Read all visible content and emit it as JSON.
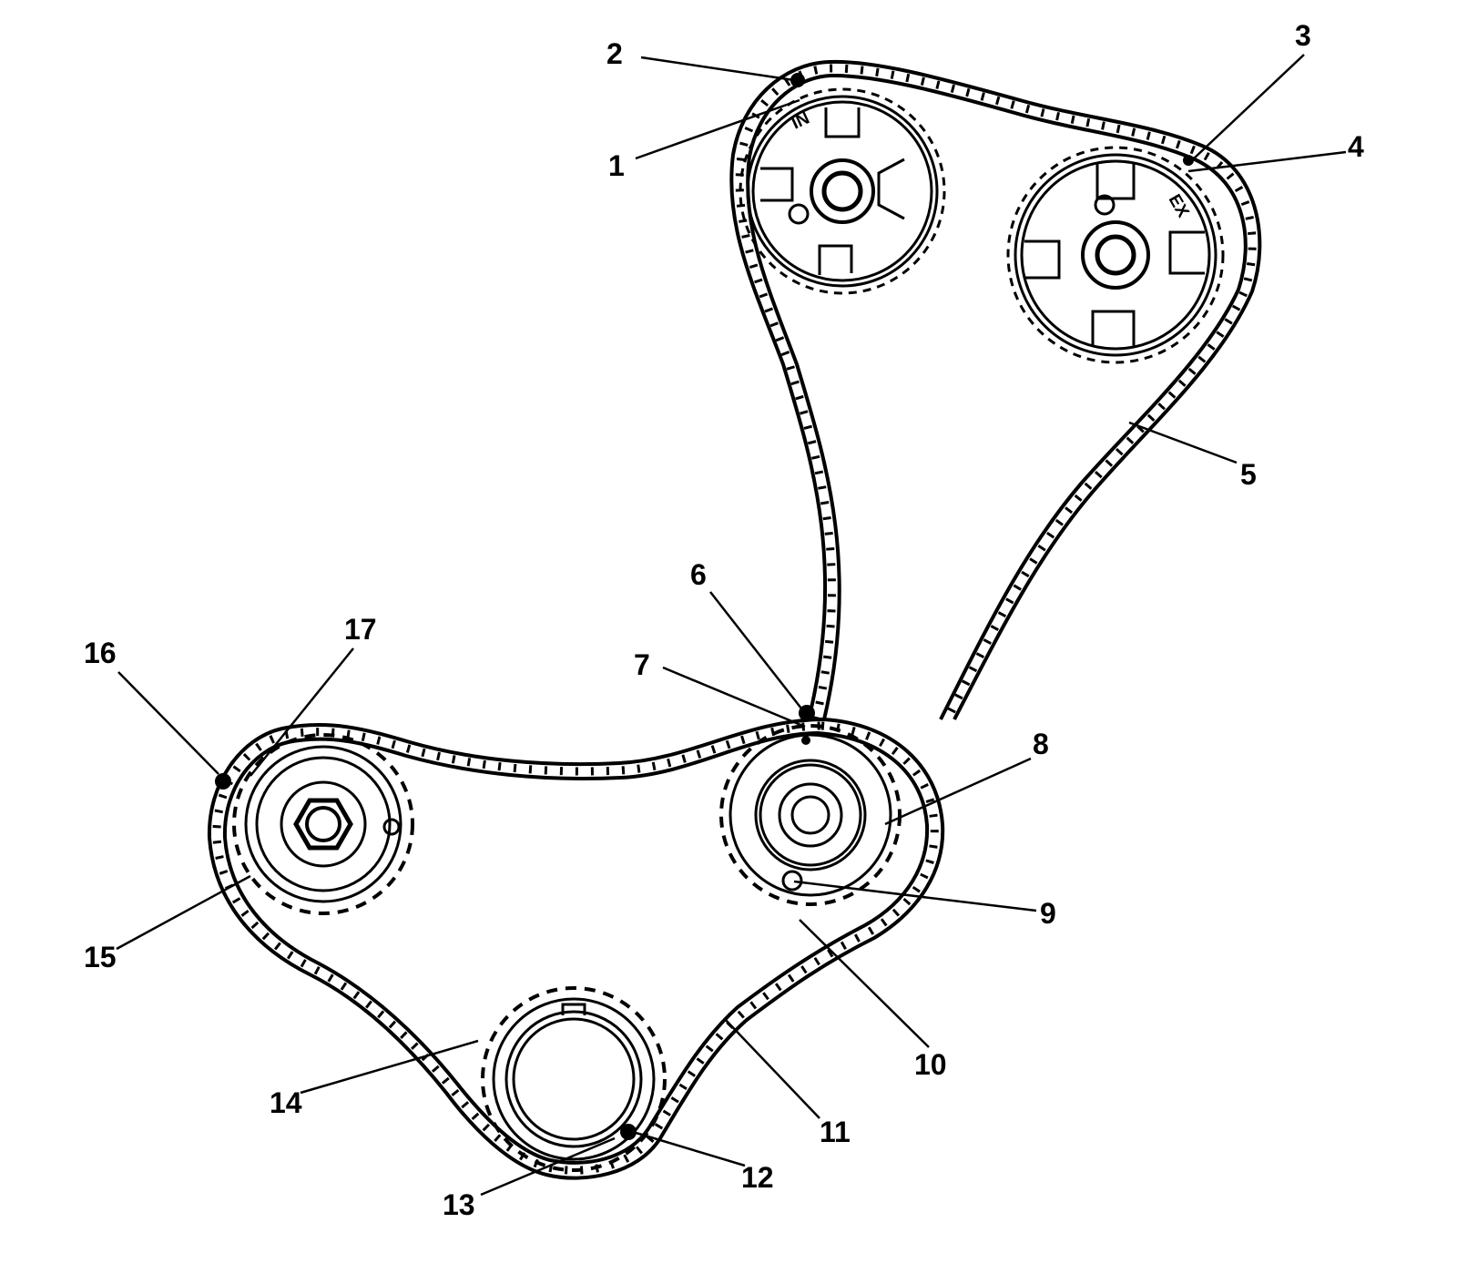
{
  "diagram": {
    "sprocket_marks": {
      "intake": "IN",
      "exhaust": "EX"
    },
    "callouts": [
      {
        "id": "c1",
        "label": "1"
      },
      {
        "id": "c2",
        "label": "2"
      },
      {
        "id": "c3",
        "label": "3"
      },
      {
        "id": "c4",
        "label": "4"
      },
      {
        "id": "c5",
        "label": "5"
      },
      {
        "id": "c6",
        "label": "6"
      },
      {
        "id": "c7",
        "label": "7"
      },
      {
        "id": "c8",
        "label": "8"
      },
      {
        "id": "c9",
        "label": "9"
      },
      {
        "id": "c10",
        "label": "10"
      },
      {
        "id": "c11",
        "label": "11"
      },
      {
        "id": "c12",
        "label": "12"
      },
      {
        "id": "c13",
        "label": "13"
      },
      {
        "id": "c14",
        "label": "14"
      },
      {
        "id": "c15",
        "label": "15"
      },
      {
        "id": "c16",
        "label": "16"
      },
      {
        "id": "c17",
        "label": "17"
      }
    ]
  }
}
